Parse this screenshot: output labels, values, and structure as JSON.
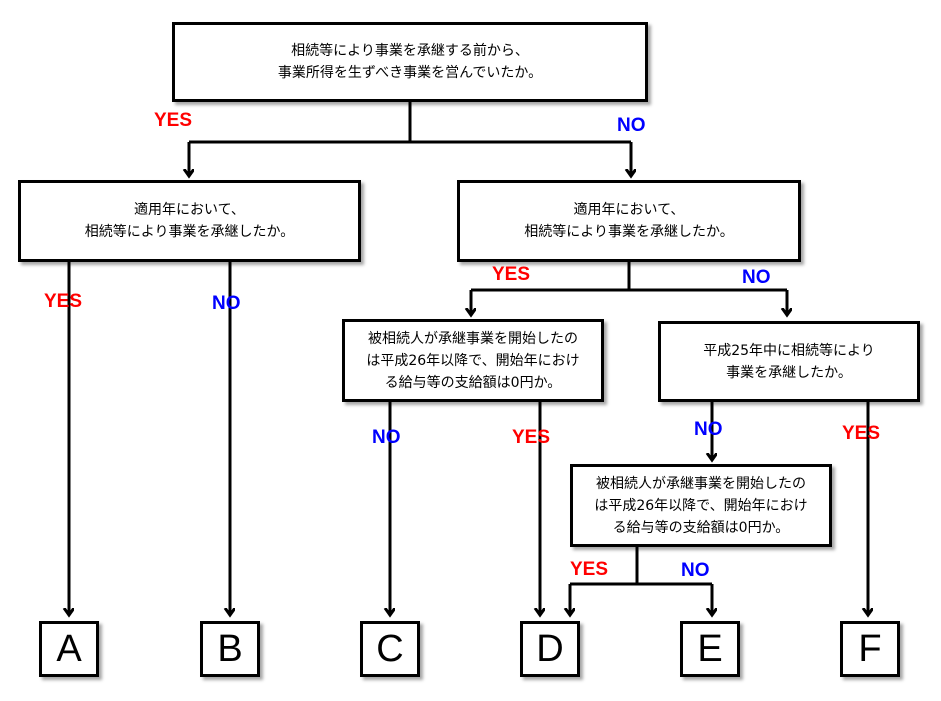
{
  "colors": {
    "yes": "#ff0000",
    "no": "#0000ff",
    "line": "#000000"
  },
  "q1": {
    "line1": "相続等により事業を承継する前から、",
    "line2": "事業所得を生ずべき事業を営んでいたか。"
  },
  "q2a": {
    "line1": "適用年において、",
    "line2": "相続等により事業を承継したか。"
  },
  "q2b": {
    "line1": "適用年において、",
    "line2": "相続等により事業を承継したか。"
  },
  "q3a": {
    "line1": "被相続人が承継事業を開始したの",
    "line2": "は平成26年以降で、開始年におけ",
    "line3": "る給与等の支給額は0円か。"
  },
  "q3b": {
    "line1": "平成25年中に相続等により",
    "line2": "事業を承継したか。"
  },
  "q4": {
    "line1": "被相続人が承継事業を開始したの",
    "line2": "は平成26年以降で、開始年におけ",
    "line3": "る給与等の支給額は0円か。"
  },
  "labels": {
    "q1_yes": "YES",
    "q1_no": "NO",
    "q2a_yes": "YES",
    "q2a_no": "NO",
    "q2b_yes": "YES",
    "q2b_no": "NO",
    "q3a_no": "NO",
    "q3a_yes": "YES",
    "q3b_no": "NO",
    "q3b_yes": "YES",
    "q4_yes": "YES",
    "q4_no": "NO"
  },
  "outcomes": {
    "a": "A",
    "b": "B",
    "c": "C",
    "d": "D",
    "e": "E",
    "f": "F"
  }
}
